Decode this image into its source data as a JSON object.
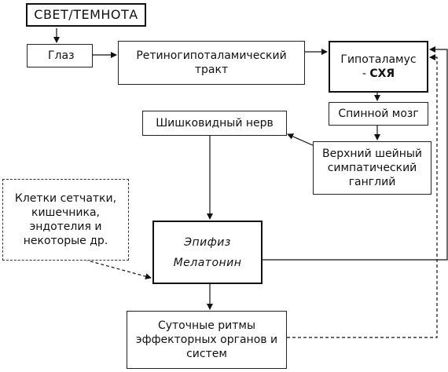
{
  "nodes": {
    "light_dark": "СВЕТ/ТЕМНОТА",
    "eye": "Глаз",
    "retino_tract": [
      "Ретиногипоталамический",
      "тракт"
    ],
    "hypothalamus": [
      "Гипоталамус",
      "-",
      "СХЯ"
    ],
    "spinal_cord": "Спинной мозг",
    "pineal_nerve": "Шишковидный нерв",
    "ganglion": [
      "Верхний шейный",
      "симпатический",
      "ганглий"
    ],
    "other_cells": [
      "Клетки сетчатки,",
      "кишечника,",
      "эндотелия и",
      "некоторые др."
    ],
    "epiphysis": [
      "Эпифиз",
      "Мелатонин"
    ],
    "rhythms": [
      "Суточные ритмы",
      "эффекторных органов и",
      "систем"
    ]
  }
}
